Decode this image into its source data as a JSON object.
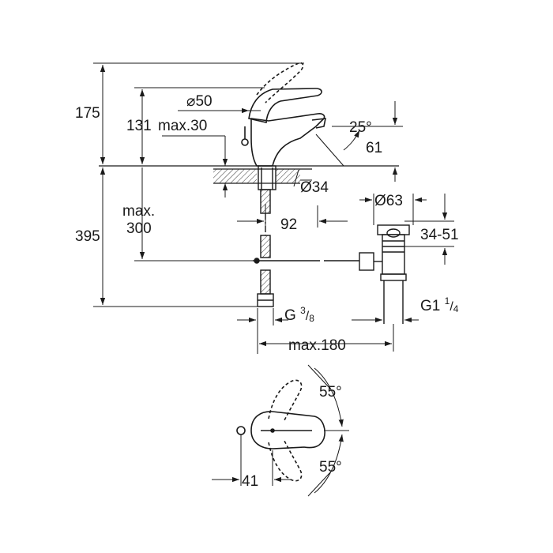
{
  "dimensions": {
    "total_height": "175",
    "lever_height": "131",
    "deck_thickness": "max.30",
    "base_diameter": "⌀50",
    "spout_angle": "25°",
    "spout_height": "61",
    "hole_diameter": "Ø34",
    "spout_reach": "92",
    "waste_diameter": "Ø63",
    "below_counter": "395",
    "hose_max_line1": "max.",
    "hose_max_line2": "300",
    "waste_range": "34-51",
    "inlet_thread_main": "G",
    "inlet_thread_num": "3",
    "inlet_thread_den": "8",
    "waste_thread_main": "G1",
    "waste_thread_num": "1",
    "waste_thread_den": "4",
    "max_spread": "max.180",
    "angle_top": "55°",
    "angle_bottom": "55°",
    "lever_offset": "41"
  }
}
